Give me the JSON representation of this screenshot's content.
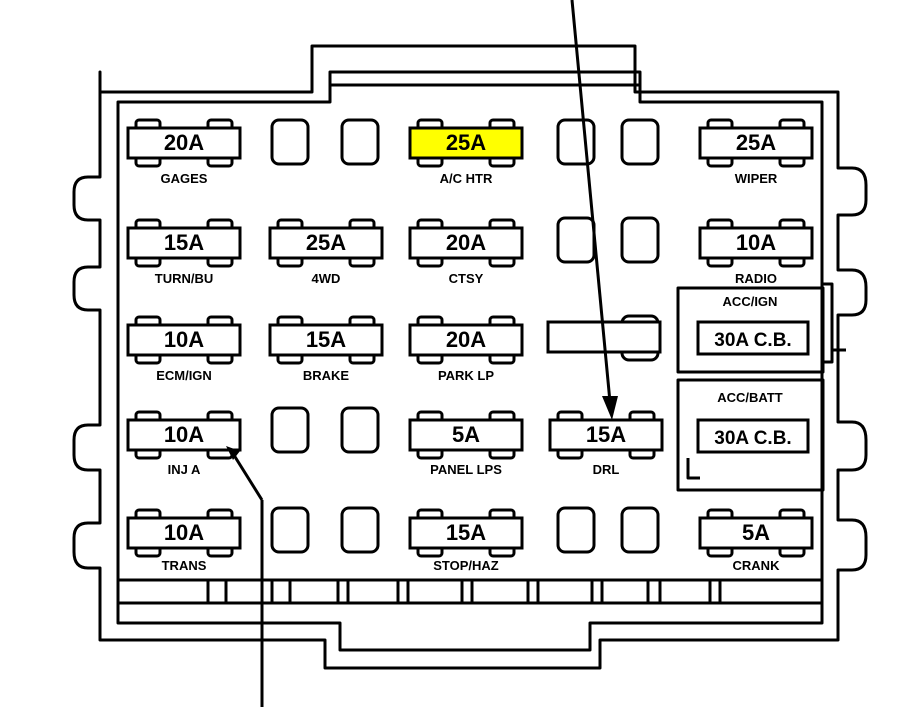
{
  "fuses": [
    {
      "id": "gages",
      "amp": "20A",
      "label": "GAGES"
    },
    {
      "id": "ac-htr",
      "amp": "25A",
      "label": "A/C HTR",
      "highlight_color": "#ffff00"
    },
    {
      "id": "wiper",
      "amp": "25A",
      "label": "WIPER"
    },
    {
      "id": "turn-bu",
      "amp": "15A",
      "label": "TURN/BU"
    },
    {
      "id": "4wd",
      "amp": "25A",
      "label": "4WD"
    },
    {
      "id": "ctsy",
      "amp": "20A",
      "label": "CTSY"
    },
    {
      "id": "radio",
      "amp": "10A",
      "label": "RADIO"
    },
    {
      "id": "ecm-ign",
      "amp": "10A",
      "label": "ECM/IGN"
    },
    {
      "id": "brake",
      "amp": "15A",
      "label": "BRAKE"
    },
    {
      "id": "park-lp",
      "amp": "20A",
      "label": "PARK LP"
    },
    {
      "id": "inj-a",
      "amp": "10A",
      "label": "INJ A"
    },
    {
      "id": "panel-lps",
      "amp": "5A",
      "label": "PANEL LPS"
    },
    {
      "id": "drl",
      "amp": "15A",
      "label": "DRL"
    },
    {
      "id": "trans",
      "amp": "10A",
      "label": "TRANS"
    },
    {
      "id": "stop-haz",
      "amp": "15A",
      "label": "STOP/HAZ"
    },
    {
      "id": "crank",
      "amp": "5A",
      "label": "CRANK"
    }
  ],
  "breakers": [
    {
      "id": "acc-ign",
      "label": "ACC/IGN",
      "rating": "30A C.B."
    },
    {
      "id": "acc-batt",
      "label": "ACC/BATT",
      "rating": "30A C.B."
    }
  ],
  "colors": {
    "line": "#000000",
    "background": "#ffffff",
    "highlight": "#ffff00"
  }
}
